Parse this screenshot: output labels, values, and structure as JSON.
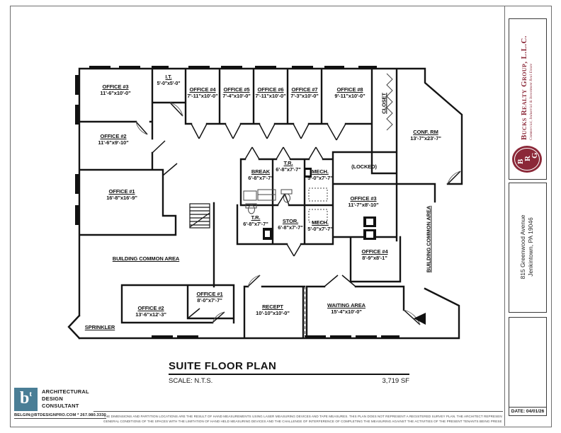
{
  "sheet": {
    "title": "SUITE FLOOR PLAN",
    "scale_label": "SCALE:  N.T.S.",
    "area": "3,719 SF",
    "date": "DATE: 04/01/26"
  },
  "brand": {
    "name": "Bucks Realty Group, L.L.C.",
    "tagline": "Commercial, Industrial & Investment Real Estate",
    "logo_letters": [
      "B",
      "R",
      "G"
    ],
    "brand_color": "#8b2838",
    "address_line1": "815 Greenwood Avenue",
    "address_line2": "Jenkintown, PA 19046"
  },
  "firm": {
    "logo_text": "b",
    "logo_sup": "t",
    "logo_color": "#4a7e96",
    "name_line1": "ARCHITECTURAL",
    "name_line2": "DESIGN",
    "name_line3": "CONSULTANT",
    "contact": "BELGIN@BTDESIGNPRO.COM * 267.980.3330"
  },
  "disclaimer": {
    "line1": "THE DIMENSIONS AND PARTITION LOCATIONS ARE THE RESULT OF HAND MEASUREMENTS USING LASER MEASURING DEVICES AND TAPE MEASURES. THIS PLAN DOES NOT REPRESENT A REGISTERED SURVEY PLAN. THE ARCHITECT REPRESENTS THAT THESE PLANS REFLECT THE",
    "line2": "GENERAL CONDITIONS OF THE SPACES WITH THE LIMITATION OF HAND HELD MEASURING DEVICES AND THE CHALLENGE OF INTERFERENCE OF COMPLETING THE MEASURING AGAINST THE ACTIVITIES OF THE PRESENT TENANTS BEING PRESENT."
  },
  "rooms": [
    {
      "name": "OFFICE #3",
      "dims": "11'-6\"x10'-0\""
    },
    {
      "name": "I.T.",
      "dims": "5'-0\"x5'-0\""
    },
    {
      "name": "OFFICE #4",
      "dims": "7'-11\"x10'-0\""
    },
    {
      "name": "OFFICE #5",
      "dims": "7'-4\"x10'-0\""
    },
    {
      "name": "OFFICE #6",
      "dims": "7'-11\"x10'-0\""
    },
    {
      "name": "OFFICE #7",
      "dims": "7'-3\"x10'-0\""
    },
    {
      "name": "OFFICE #8",
      "dims": "9'-11\"x10'-0\""
    },
    {
      "name": "CLOSET",
      "dims": ""
    },
    {
      "name": "CONF. RM",
      "dims": "13'-7\"x23'-7\""
    },
    {
      "name": "OFFICE #2",
      "dims": "11'-6\"x9'-10\""
    },
    {
      "name": "OFFICE #1",
      "dims": "16'-8\"x16'-9\""
    },
    {
      "name": "BREAK",
      "dims": "6'-8\"x7'-7\""
    },
    {
      "name": "T.R.",
      "dims": "6'-8\"x7'-7\""
    },
    {
      "name": "MECH.",
      "dims": "5'-0\"x7'-7\""
    },
    {
      "name": "(LOCKED)",
      "dims": ""
    },
    {
      "name": "T.R.",
      "dims": "6'-8\"x7'-7\""
    },
    {
      "name": "STOR.",
      "dims": "6'-8\"x7'-7\""
    },
    {
      "name": "MECH.",
      "dims": "5'-0\"x7'-7\""
    },
    {
      "name": "OFFICE #3",
      "dims": "11'-7\"x8'-10\""
    },
    {
      "name": "OFFICE #4",
      "dims": "8'-9\"x8'-1\""
    },
    {
      "name": "BUILDING COMMON AREA",
      "dims": ""
    },
    {
      "name": "BUILDING COMMON AREA",
      "dims": ""
    },
    {
      "name": "OFFICE #2",
      "dims": "13'-6\"x12'-3\""
    },
    {
      "name": "OFFICE #1",
      "dims": "8'-0\"x7'-7\""
    },
    {
      "name": "SPRINKLER",
      "dims": ""
    },
    {
      "name": "RECEPT",
      "dims": "10'-10\"x10'-0\""
    },
    {
      "name": "WAITING AREA",
      "dims": "15'-4\"x10'-0\""
    }
  ]
}
